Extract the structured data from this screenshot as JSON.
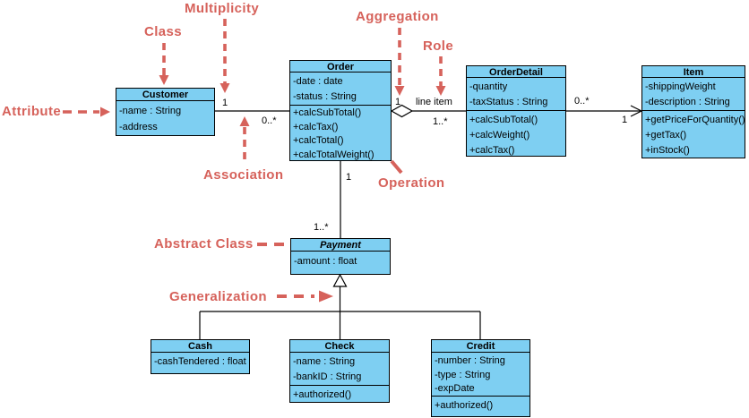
{
  "colors": {
    "class_fill": "#7ECFF2",
    "class_border": "#000000",
    "connector": "#000000",
    "annotation_red": "#D6625B"
  },
  "annotations": {
    "multiplicity": "Multiplicity",
    "class": "Class",
    "attribute": "Attribute",
    "association": "Association",
    "aggregation": "Aggregation",
    "role": "Role",
    "operation": "Operation",
    "abstract_class": "Abstract Class",
    "generalization": "Generalization"
  },
  "classes": {
    "customer": {
      "name": "Customer",
      "attributes": [
        "-name : String",
        "-address"
      ],
      "operations": []
    },
    "order": {
      "name": "Order",
      "attributes": [
        "-date : date",
        "-status : String"
      ],
      "operations": [
        "+calcSubTotal()",
        "+calcTax()",
        "+calcTotal()",
        "+calcTotalWeight()"
      ]
    },
    "order_detail": {
      "name": "OrderDetail",
      "attributes": [
        "-quantity",
        "-taxStatus : String"
      ],
      "operations": [
        "+calcSubTotal()",
        "+calcWeight()",
        "+calcTax()"
      ]
    },
    "item": {
      "name": "Item",
      "attributes": [
        "-shippingWeight",
        "-description : String"
      ],
      "operations": [
        "+getPriceForQuantity()",
        "+getTax()",
        "+inStock()"
      ]
    },
    "payment": {
      "name": "Payment",
      "abstract": true,
      "attributes": [
        "-amount : float"
      ],
      "operations": []
    },
    "cash": {
      "name": "Cash",
      "attributes": [
        "-cashTendered : float"
      ],
      "operations": []
    },
    "check": {
      "name": "Check",
      "attributes": [
        "-name : String",
        "-bankID : String"
      ],
      "operations": [
        "+authorized()"
      ]
    },
    "credit": {
      "name": "Credit",
      "attributes": [
        "-number : String",
        "-type : String",
        "-expDate"
      ],
      "operations": [
        "+authorized()"
      ]
    }
  },
  "relationships": {
    "customer_order": {
      "type": "association",
      "from_mult": "1",
      "to_mult": "0..*"
    },
    "order_order_detail": {
      "type": "aggregation",
      "from_mult": "1",
      "role": "line item",
      "to_mult": "1..*"
    },
    "order_detail_item": {
      "type": "directed-association",
      "from_mult": "0..*",
      "to_mult": "1"
    },
    "order_payment": {
      "type": "association",
      "from_mult": "1",
      "to_mult": "1..*"
    },
    "payment_generalization": {
      "type": "generalization"
    }
  }
}
